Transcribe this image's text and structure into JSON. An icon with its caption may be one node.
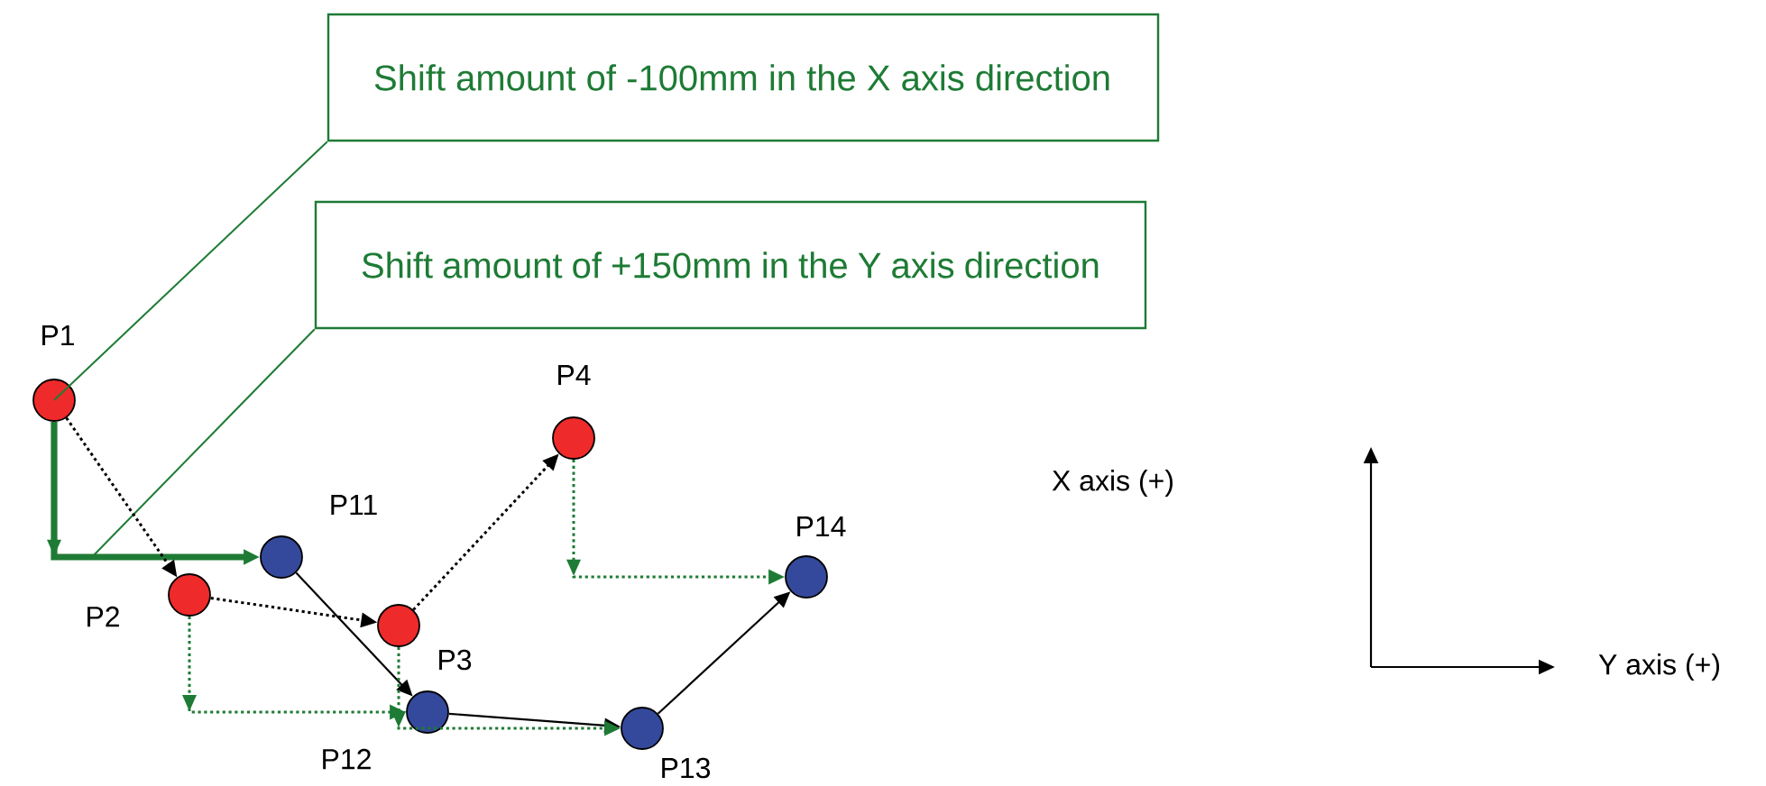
{
  "diagram": {
    "nodes": [
      {
        "text": [
          "Shift amount of -100mm in the X axis direction"
        ]
      },
      {
        "text": [
          "Shift amount of +150mm in the Y axis direction"
        ]
      },
      {
        "text": [],
        "shape": "circle",
        "beside": [
          "P1"
        ]
      },
      {
        "text": [],
        "shape": "circle",
        "beside": [
          "P2"
        ]
      },
      {
        "text": [],
        "shape": "circle",
        "beside": [
          "P3"
        ]
      },
      {
        "text": [],
        "shape": "circle",
        "beside": [
          "P4"
        ]
      },
      {
        "text": [],
        "shape": "circle",
        "beside": [
          "P11"
        ]
      },
      {
        "text": [],
        "shape": "circle",
        "beside": [
          "P12"
        ]
      },
      {
        "text": [],
        "shape": "circle",
        "beside": [
          "P13"
        ]
      },
      {
        "text": [],
        "shape": "circle",
        "beside": [
          "P14"
        ]
      }
    ],
    "edges": [
      {
        "from": 0,
        "to": 2,
        "arrow": "none",
        "color": "#1e7b35"
      },
      {
        "from": 1,
        "to": null,
        "arrow": "none",
        "color": "#1e7b35"
      },
      {
        "from": 2,
        "to": 6,
        "arrow": "to",
        "style": "thick",
        "color": "#1e7b35"
      },
      {
        "from": 2,
        "to": 3,
        "arrow": "to",
        "style": "dashed",
        "color": "#000000"
      },
      {
        "from": 3,
        "to": 4,
        "arrow": "to",
        "style": "dashed",
        "color": "#000000"
      },
      {
        "from": 4,
        "to": 5,
        "arrow": "to",
        "style": "dashed",
        "color": "#000000"
      },
      {
        "from": 6,
        "to": 7,
        "arrow": "to",
        "color": "#000000"
      },
      {
        "from": 7,
        "to": 8,
        "arrow": "to",
        "color": "#000000"
      },
      {
        "from": 8,
        "to": 9,
        "arrow": "to",
        "color": "#000000"
      },
      {
        "from": 3,
        "to": 7,
        "arrow": "to",
        "style": "dashed",
        "color": "#1e7b35"
      },
      {
        "from": 4,
        "to": 8,
        "arrow": "to",
        "style": "dashed",
        "color": "#1e7b35"
      },
      {
        "from": 5,
        "to": 9,
        "arrow": "to",
        "style": "dashed",
        "color": "#1e7b35"
      }
    ],
    "labels": [
      "X axis (+)",
      "Y axis (+)"
    ]
  }
}
